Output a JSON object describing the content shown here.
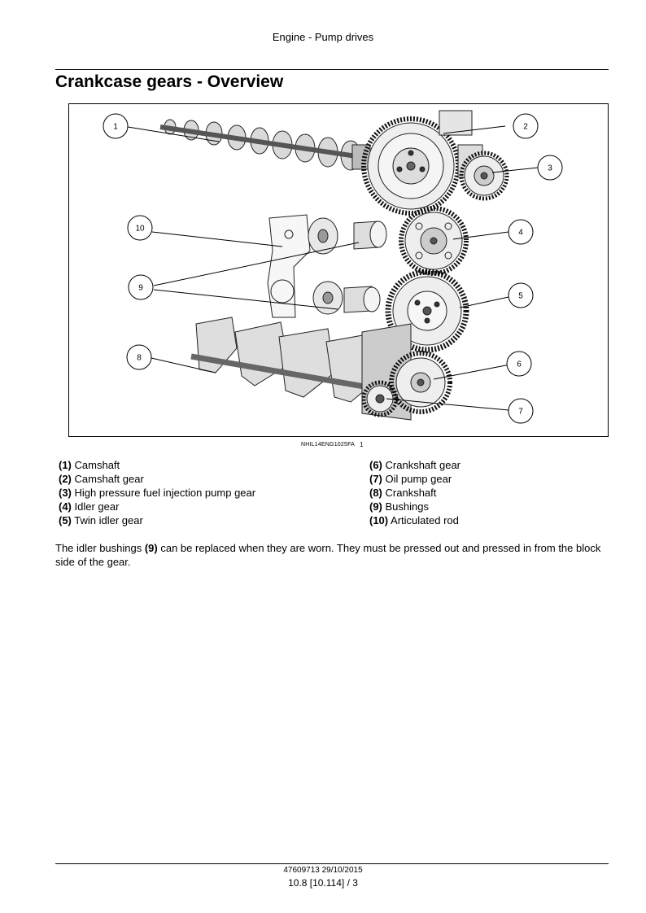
{
  "header": {
    "title": "Engine - Pump drives"
  },
  "page_title": "Crankcase gears - Overview",
  "figure": {
    "caption_code": "NHIL14ENG1025FA",
    "number": "1",
    "callouts": [
      "1",
      "2",
      "3",
      "4",
      "5",
      "6",
      "7",
      "8",
      "9",
      "10"
    ]
  },
  "legend": [
    {
      "num": "(1)",
      "label": "Camshaft"
    },
    {
      "num": "(2)",
      "label": "Camshaft gear"
    },
    {
      "num": "(3)",
      "label": "High pressure fuel injection pump gear"
    },
    {
      "num": "(4)",
      "label": "Idler gear"
    },
    {
      "num": "(5)",
      "label": "Twin idler gear"
    },
    {
      "num": "(6)",
      "label": "Crankshaft gear"
    },
    {
      "num": "(7)",
      "label": "Oil pump gear"
    },
    {
      "num": "(8)",
      "label": "Crankshaft"
    },
    {
      "num": "(9)",
      "label": "Bushings"
    },
    {
      "num": "(10)",
      "label": "Articulated rod"
    }
  ],
  "body": {
    "text_before": "The idler bushings ",
    "ref": "(9)",
    "text_after": " can be replaced when they are worn.  They must be pressed out and pressed in from the block side of the gear."
  },
  "footer": {
    "doc_ref": "47609713 29/10/2015",
    "page": "10.8 [10.114] / 3"
  }
}
